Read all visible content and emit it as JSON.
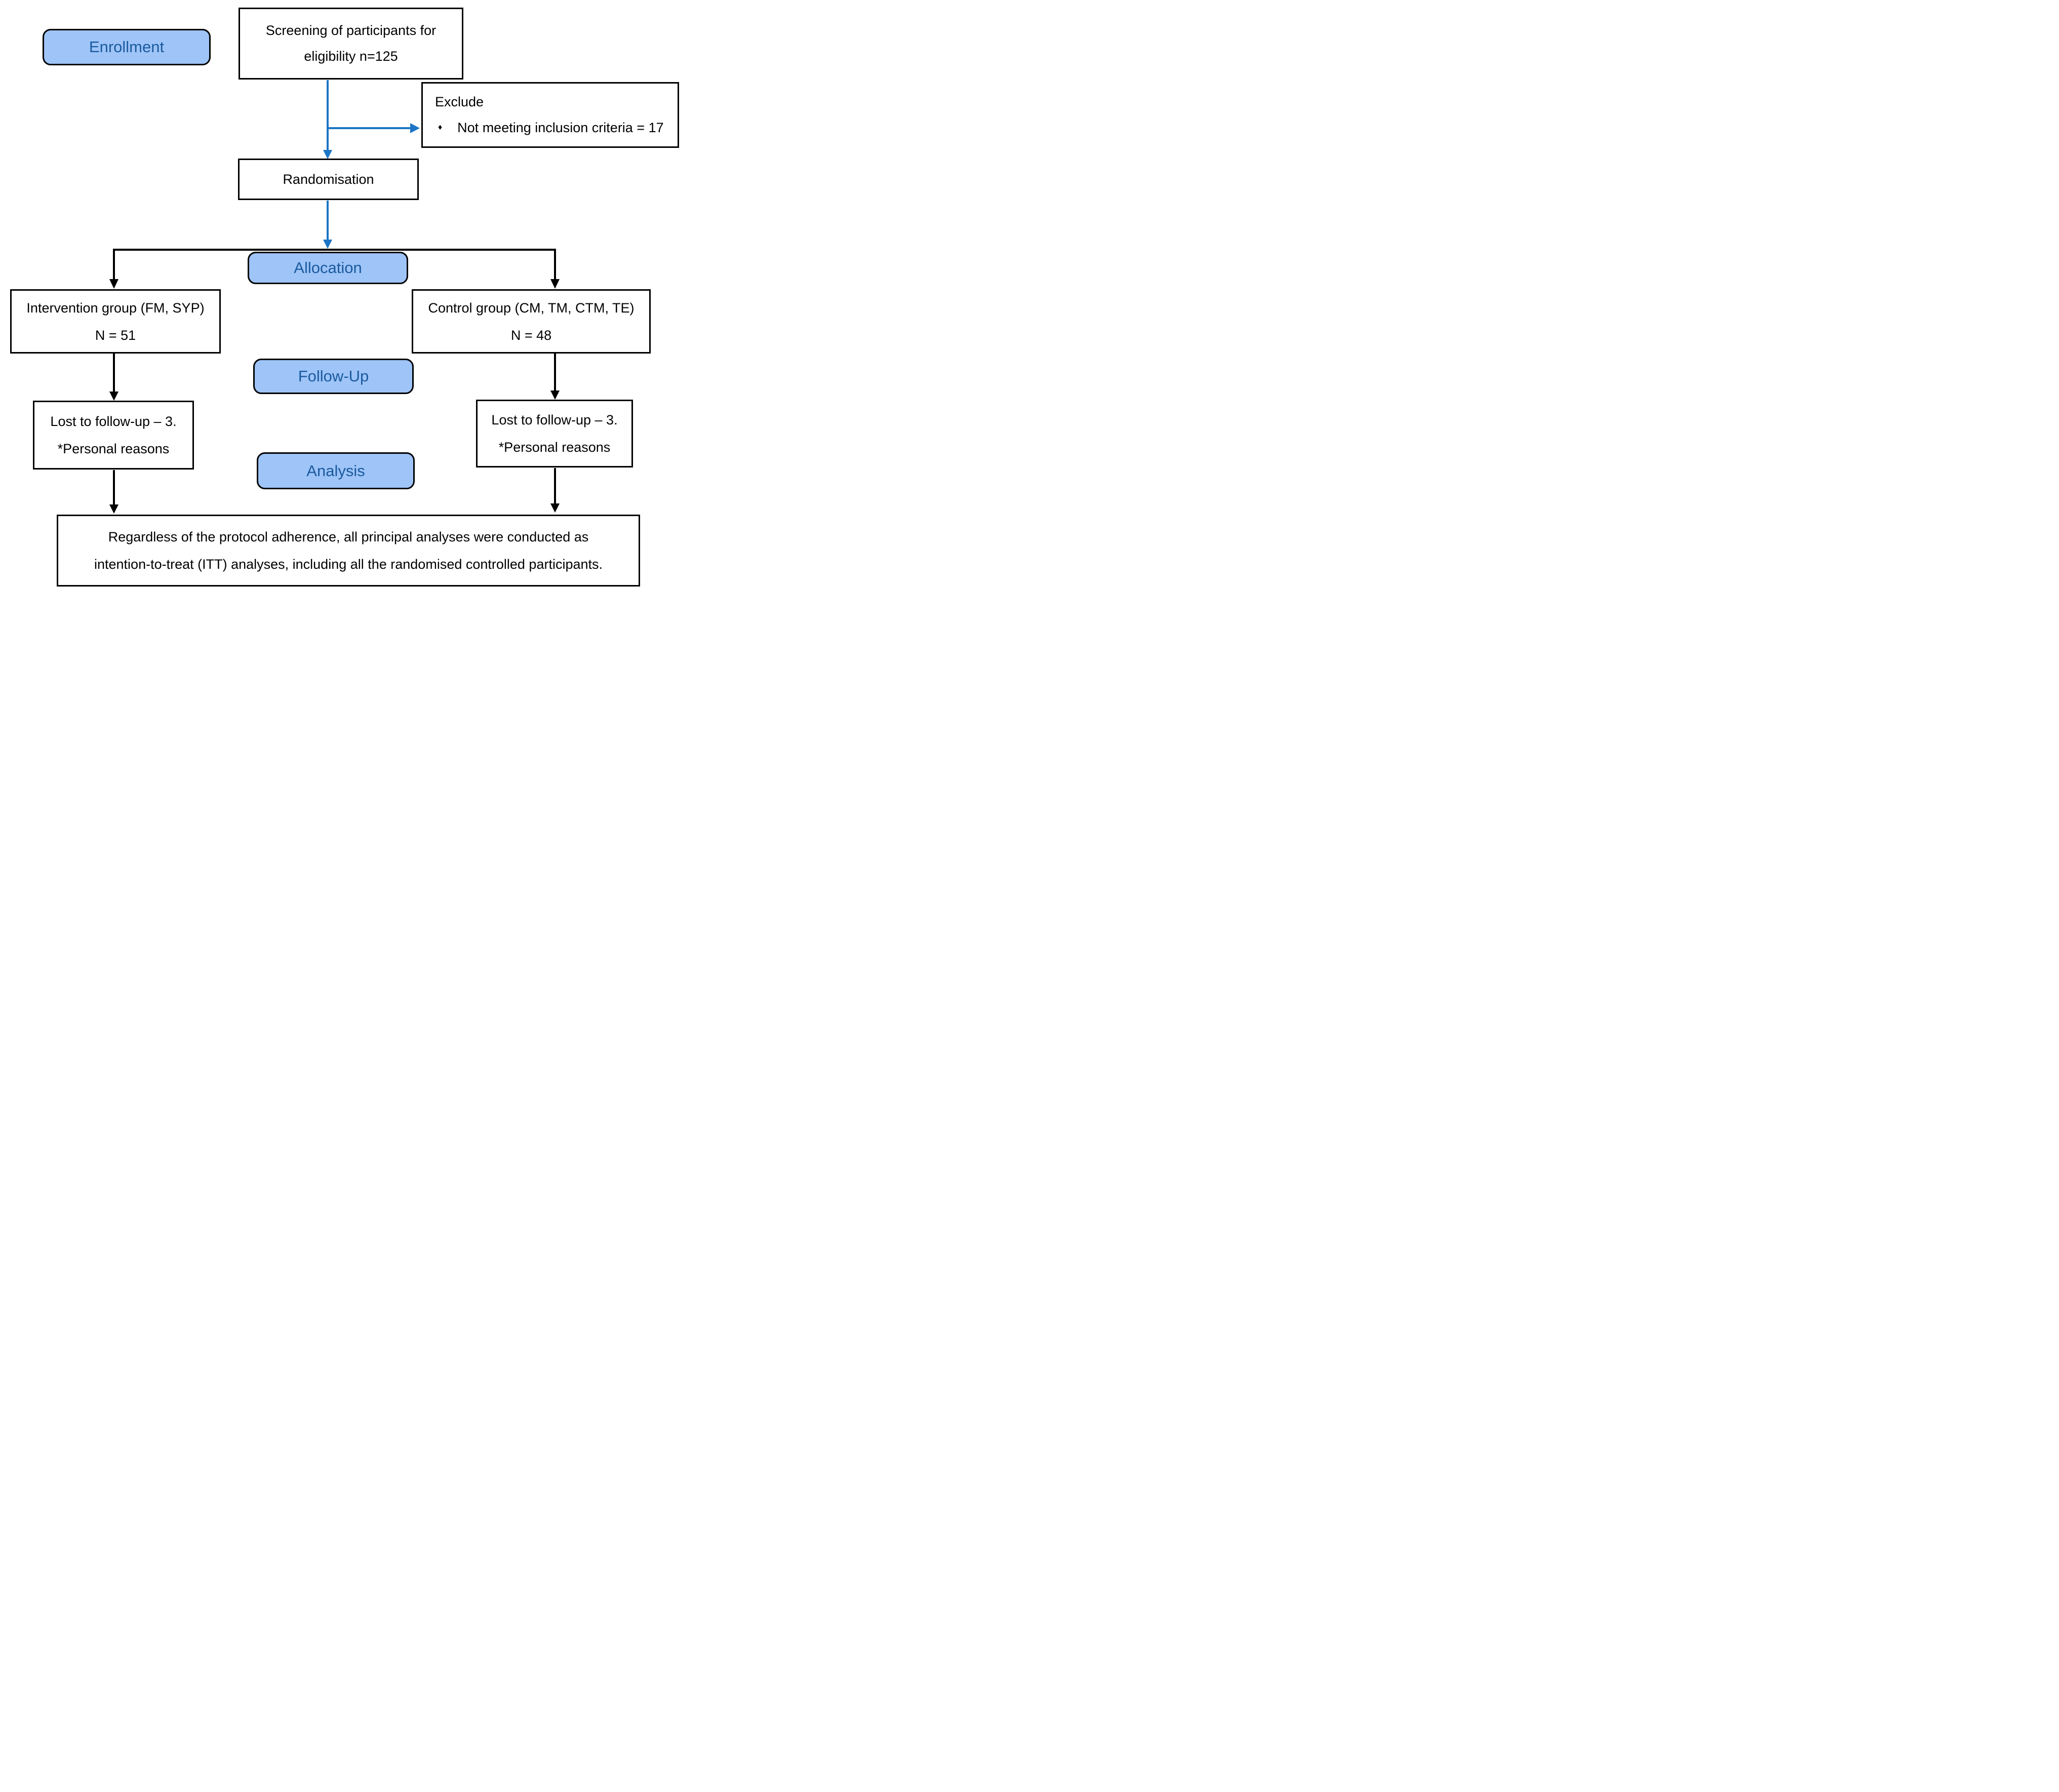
{
  "stages": {
    "enrollment": "Enrollment",
    "allocation": "Allocation",
    "followup": "Follow-Up",
    "analysis": "Analysis"
  },
  "boxes": {
    "screening": {
      "line1": "Screening of participants for",
      "line2": "eligibility n=125"
    },
    "exclude": {
      "title": "Exclude",
      "bullet": "♦",
      "item": "Not meeting inclusion criteria = 17"
    },
    "randomisation": {
      "label": "Randomisation"
    },
    "intervention": {
      "line1": "Intervention group (FM, SYP)",
      "line2": "N = 51"
    },
    "control": {
      "line1": "Control group (CM, TM, CTM, TE)",
      "line2": "N = 48"
    },
    "lost_left": {
      "line1": "Lost to follow-up – 3.",
      "line2": "*Personal reasons"
    },
    "lost_right": {
      "line1": "Lost to follow-up – 3.",
      "line2": "*Personal reasons"
    },
    "itt": {
      "line1": "Regardless of the protocol adherence, all principal analyses were conducted as",
      "line2": "intention-to-treat (ITT) analyses, including all the randomised controlled participants."
    }
  },
  "colors": {
    "stage_fill": "#9EC4F8",
    "stage_text": "#1A5A9E",
    "arrow_blue": "#1C75C4",
    "line_black": "#000000"
  }
}
